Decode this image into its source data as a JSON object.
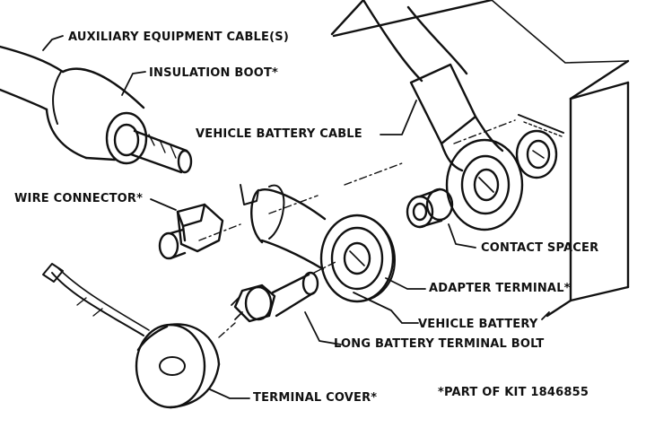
{
  "labels": {
    "auxiliary_cable": "AUXILIARY EQUIPMENT CABLE(S)",
    "insulation_boot": "INSULATION BOOT*",
    "vehicle_battery_cable": "VEHICLE BATTERY CABLE",
    "wire_connector": "WIRE CONNECTOR*",
    "contact_spacer": "CONTACT SPACER",
    "adapter_terminal": "ADAPTER TERMINAL*",
    "vehicle_battery": "VEHICLE BATTERY",
    "long_bolt": "LONG BATTERY TERMINAL BOLT",
    "terminal_cover": "TERMINAL COVER*",
    "kit_note": "*PART OF KIT 1846855"
  },
  "colors": {
    "ink": "#111111",
    "paper": "#ffffff"
  }
}
